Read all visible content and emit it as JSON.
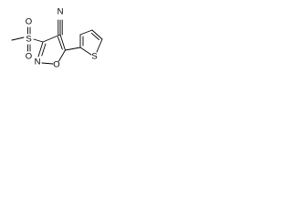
{
  "molecule": {
    "atom_labels": {
      "nitrile_n": "N",
      "sulfonyl_s": "S",
      "sulfonyl_o_top": "O",
      "sulfonyl_o_bottom": "O",
      "ring_o": "O",
      "ring_n": "N",
      "thiophene_s": "S"
    }
  }
}
